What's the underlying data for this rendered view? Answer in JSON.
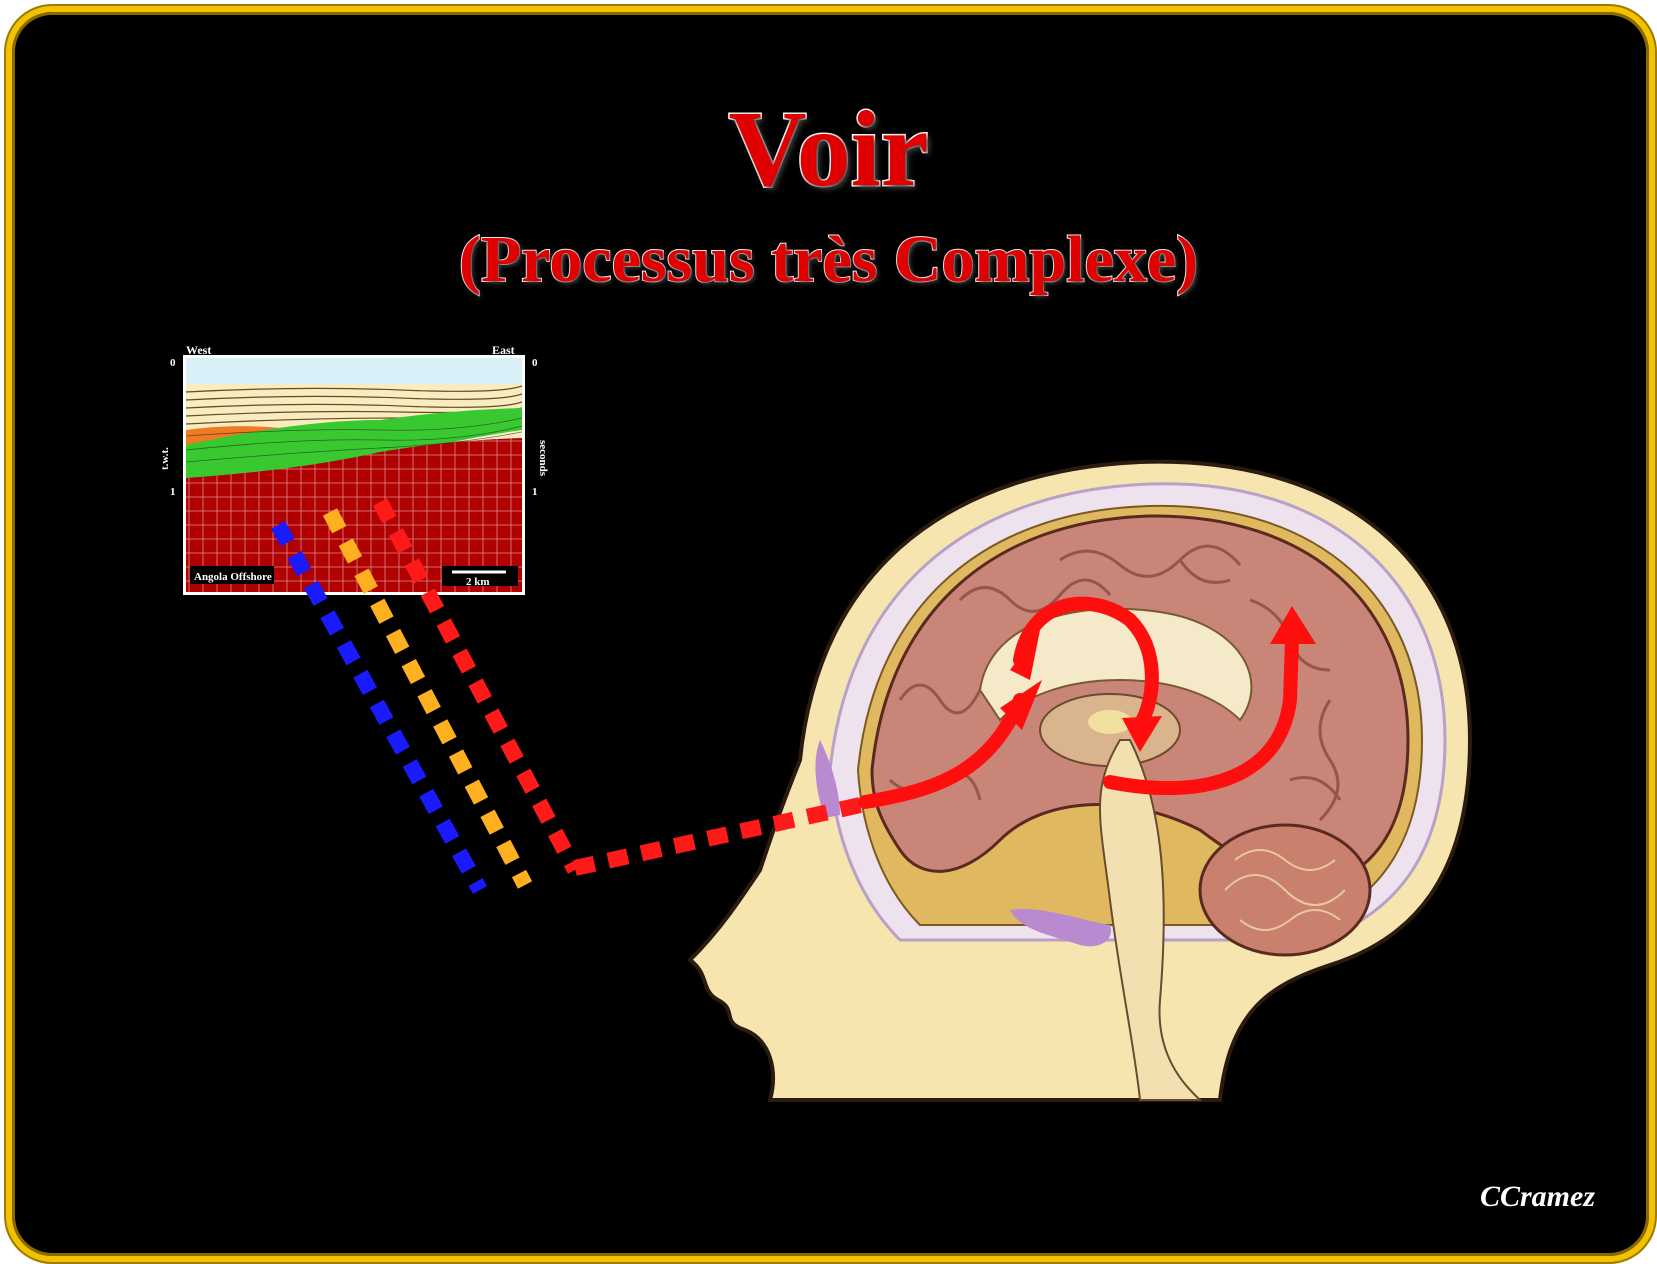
{
  "title": "Voir",
  "subtitle": "(Processus très Complexe)",
  "credit": "CCramez",
  "seismic": {
    "west_label": "West",
    "east_label": "East",
    "left_axis_label": "t.w.t.",
    "right_axis_label": "seconds",
    "tick_zero": "0",
    "tick_one": "1",
    "location_label": "Angola Offshore",
    "scale_label": "2 km"
  },
  "colors": {
    "frame": "#f2c200",
    "title": "#e00000",
    "ray_blue": "#1a1aff",
    "ray_orange": "#ffb020",
    "ray_red": "#ff1a1a",
    "brain": "#c98577",
    "skin": "#f7e5b0"
  }
}
